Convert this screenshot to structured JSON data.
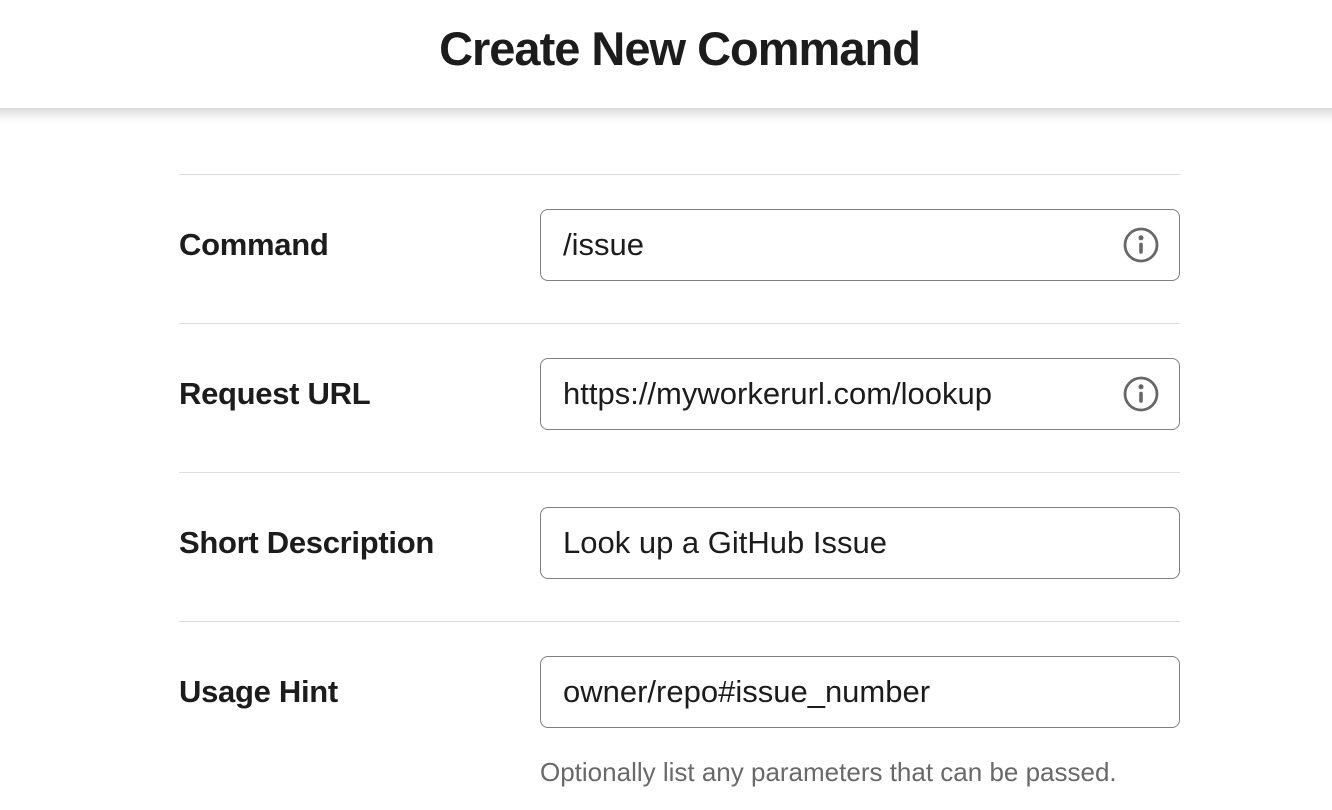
{
  "page": {
    "title": "Create New Command"
  },
  "form": {
    "fields": [
      {
        "label": "Command",
        "value": "/issue",
        "has_info_icon": true
      },
      {
        "label": "Request URL",
        "value": "https://myworkerurl.com/lookup",
        "has_info_icon": true
      },
      {
        "label": "Short Description",
        "value": "Look up a GitHub Issue",
        "has_info_icon": false
      },
      {
        "label": "Usage Hint",
        "value": "owner/repo#issue_number",
        "has_info_icon": false,
        "help": "Optionally list any parameters that can be passed."
      }
    ]
  },
  "icons": {
    "info": "ⓘ"
  },
  "colors": {
    "text": "#1d1c1d",
    "divider": "#dddddd",
    "input_border": "#7f7f7f",
    "helper_text": "#696969",
    "info_icon": "#676767",
    "header_shadow": "#dcdcdc"
  }
}
